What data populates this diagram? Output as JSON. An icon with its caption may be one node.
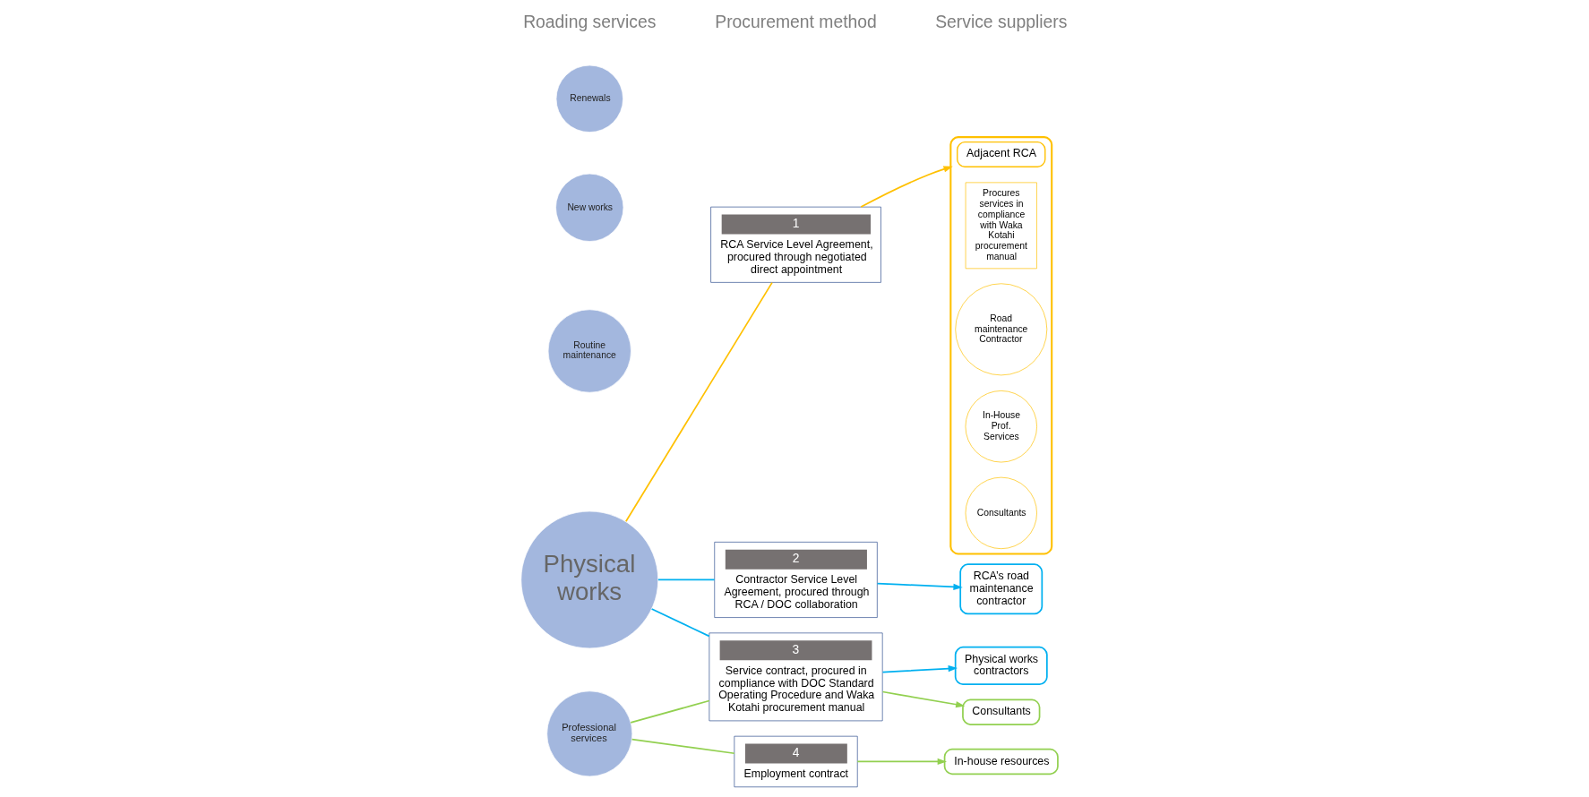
{
  "diagram": {
    "nodes": [
      {
        "text": [
          "Physical works"
        ]
      },
      {
        "text": [
          "Routine maintenance"
        ]
      },
      {
        "text": [
          "New works"
        ]
      },
      {
        "text": [
          "Renewals"
        ]
      },
      {
        "text": [
          "Professional services"
        ]
      },
      {
        "text": [
          "1",
          "RCA Service Level Agreement, procured through negotiated direct appointment"
        ]
      },
      {
        "text": [
          "2",
          "Contractor Service Level Agreement, procured through RCA / DOC collaboration"
        ]
      },
      {
        "text": [
          "3",
          "Service contract, procured in compliance with DOC Standard Operating Procedure and Waka Kotahi procurement manual"
        ]
      },
      {
        "text": [
          "4",
          "Employment contract"
        ]
      },
      {
        "text": [],
        "shape": "box"
      },
      {
        "text": [
          "Adjacent RCA"
        ],
        "in": 9
      },
      {
        "text": [
          "Procures services in compliance with Waka Kotahi procurement manual"
        ],
        "in": 9
      },
      {
        "text": [
          "Road maintenance Contractor"
        ],
        "in": 9
      },
      {
        "text": [
          "In-House Prof. Services"
        ],
        "in": 9
      },
      {
        "text": [
          "Consultants"
        ],
        "in": 9
      },
      {
        "text": [
          "RCA’s road maintenance contractor"
        ]
      },
      {
        "text": [
          "Physical works contractors"
        ]
      },
      {
        "text": [
          "Consultants"
        ]
      },
      {
        "text": [
          "In-house resources"
        ]
      }
    ],
    "edges": [
      {
        "from": 0,
        "to": 5,
        "arrow": "none",
        "color": "#ffc000"
      },
      {
        "from": 5,
        "to": 9,
        "arrow": "to",
        "color": "#ffc000"
      },
      {
        "from": 0,
        "to": 6,
        "arrow": "none",
        "color": "#00b0f0"
      },
      {
        "from": 0,
        "to": 7,
        "arrow": "none",
        "color": "#00b0f0"
      },
      {
        "from": 6,
        "to": 15,
        "arrow": "to",
        "color": "#00b0f0"
      },
      {
        "from": 7,
        "to": 16,
        "arrow": "to",
        "color": "#00b0f0"
      },
      {
        "from": 4,
        "to": 7,
        "arrow": "none",
        "color": "#92d050"
      },
      {
        "from": 4,
        "to": 8,
        "arrow": "none",
        "color": "#92d050"
      },
      {
        "from": 7,
        "to": 17,
        "arrow": "to",
        "color": "#92d050"
      },
      {
        "from": 8,
        "to": 18,
        "arrow": "to",
        "color": "#92d050"
      }
    ],
    "labels": [
      "Roading services",
      "Procurement method",
      "Service suppliers"
    ]
  }
}
